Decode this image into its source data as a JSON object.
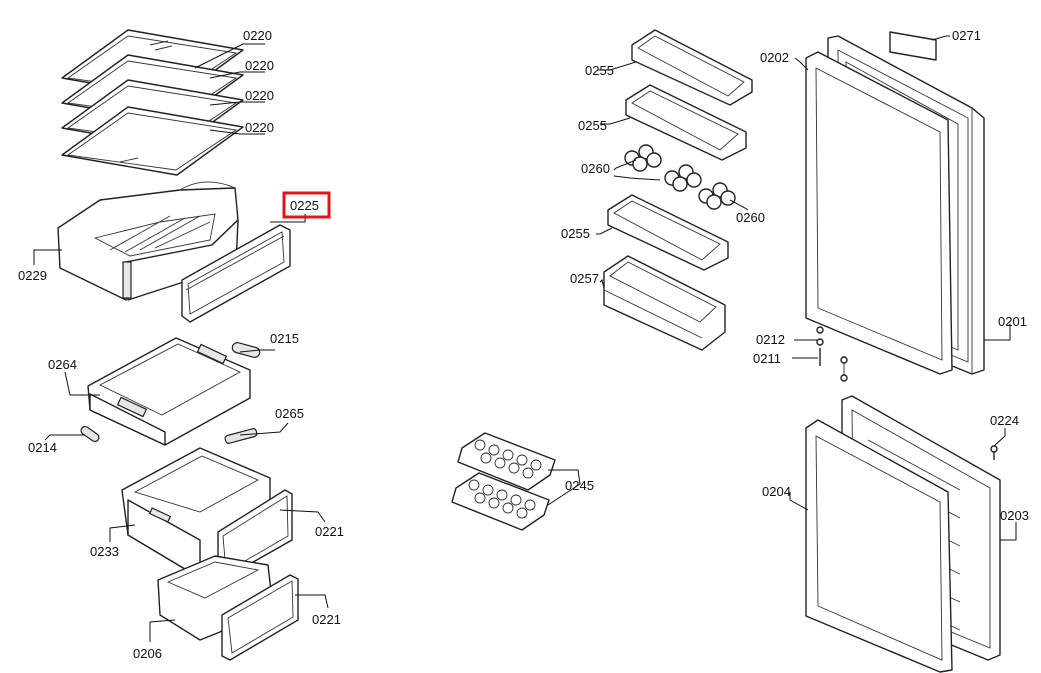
{
  "labels": {
    "c0220a": "0220",
    "c0220b": "0220",
    "c0220c": "0220",
    "c0220d": "0220",
    "c0225": "0225",
    "c0229": "0229",
    "c0215": "0215",
    "c0264": "0264",
    "c0265": "0265",
    "c0214": "0214",
    "c0233": "0233",
    "c0221a": "0221",
    "c0221b": "0221",
    "c0206": "0206",
    "c0255a": "0255",
    "c0255b": "0255",
    "c0260a": "0260",
    "c0260b": "0260",
    "c0255c": "0255",
    "c0257": "0257",
    "c0245": "0245",
    "c0202": "0202",
    "c0271": "0271",
    "c0201": "0201",
    "c0212": "0212",
    "c0211": "0211",
    "c0224": "0224",
    "c0204": "0204",
    "c0203": "0203"
  },
  "highlight": {
    "part": "0225",
    "color": "#e0141e"
  }
}
